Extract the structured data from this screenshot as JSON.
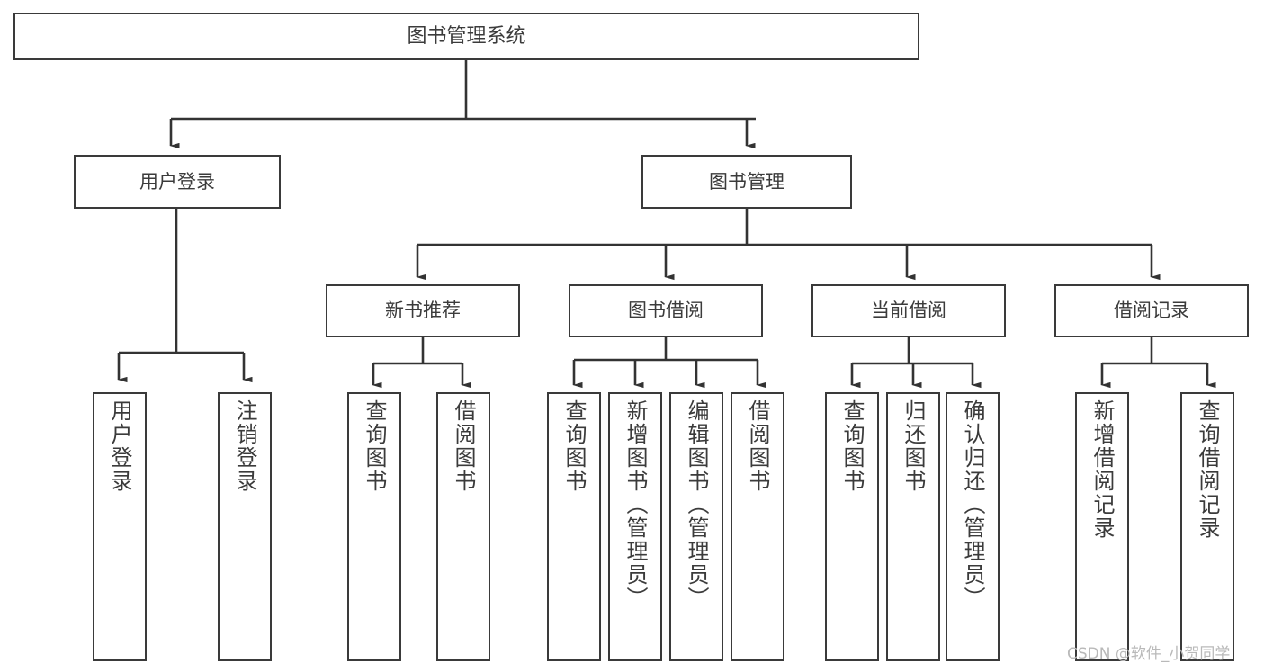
{
  "diagram": {
    "title": "图书管理系统",
    "type": "tree",
    "watermark": "CSDN @软件_小贺同学",
    "colors": {
      "box_border": "#3a3a3a",
      "box_fill": "#ffffff",
      "connector": "#333333",
      "text": "#3b3b3b",
      "watermark": "#b9b9b9",
      "background": "#ffffff"
    },
    "nodes": {
      "root": {
        "label": "图书管理系统"
      },
      "level2": [
        {
          "id": "user-login",
          "label": "用户登录"
        },
        {
          "id": "book-manage",
          "label": "图书管理"
        }
      ],
      "level3": [
        {
          "id": "new-book-recommend",
          "label": "新书推荐"
        },
        {
          "id": "book-borrow",
          "label": "图书借阅"
        },
        {
          "id": "current-borrow",
          "label": "当前借阅"
        },
        {
          "id": "borrow-record",
          "label": "借阅记录"
        }
      ],
      "leaves": {
        "user-login": [
          {
            "id": "leaf-user-login",
            "label": "用户登录"
          },
          {
            "id": "leaf-user-logout",
            "label": "注销登录"
          }
        ],
        "new-book-recommend": [
          {
            "id": "leaf-query-book-1",
            "label": "查询图书"
          },
          {
            "id": "leaf-borrow-book-1",
            "label": "借阅图书"
          }
        ],
        "book-borrow": [
          {
            "id": "leaf-query-book-2",
            "label": "查询图书"
          },
          {
            "id": "leaf-add-book",
            "label": "新增图书（管理员）"
          },
          {
            "id": "leaf-edit-book",
            "label": "编辑图书（管理员）"
          },
          {
            "id": "leaf-borrow-book-2",
            "label": "借阅图书"
          }
        ],
        "current-borrow": [
          {
            "id": "leaf-query-book-3",
            "label": "查询图书"
          },
          {
            "id": "leaf-return-book",
            "label": "归还图书"
          },
          {
            "id": "leaf-confirm-return",
            "label": "确认归还（管理员）"
          }
        ],
        "borrow-record": [
          {
            "id": "leaf-add-record",
            "label": "新增借阅记录"
          },
          {
            "id": "leaf-query-record",
            "label": "查询借阅记录"
          }
        ]
      }
    }
  }
}
